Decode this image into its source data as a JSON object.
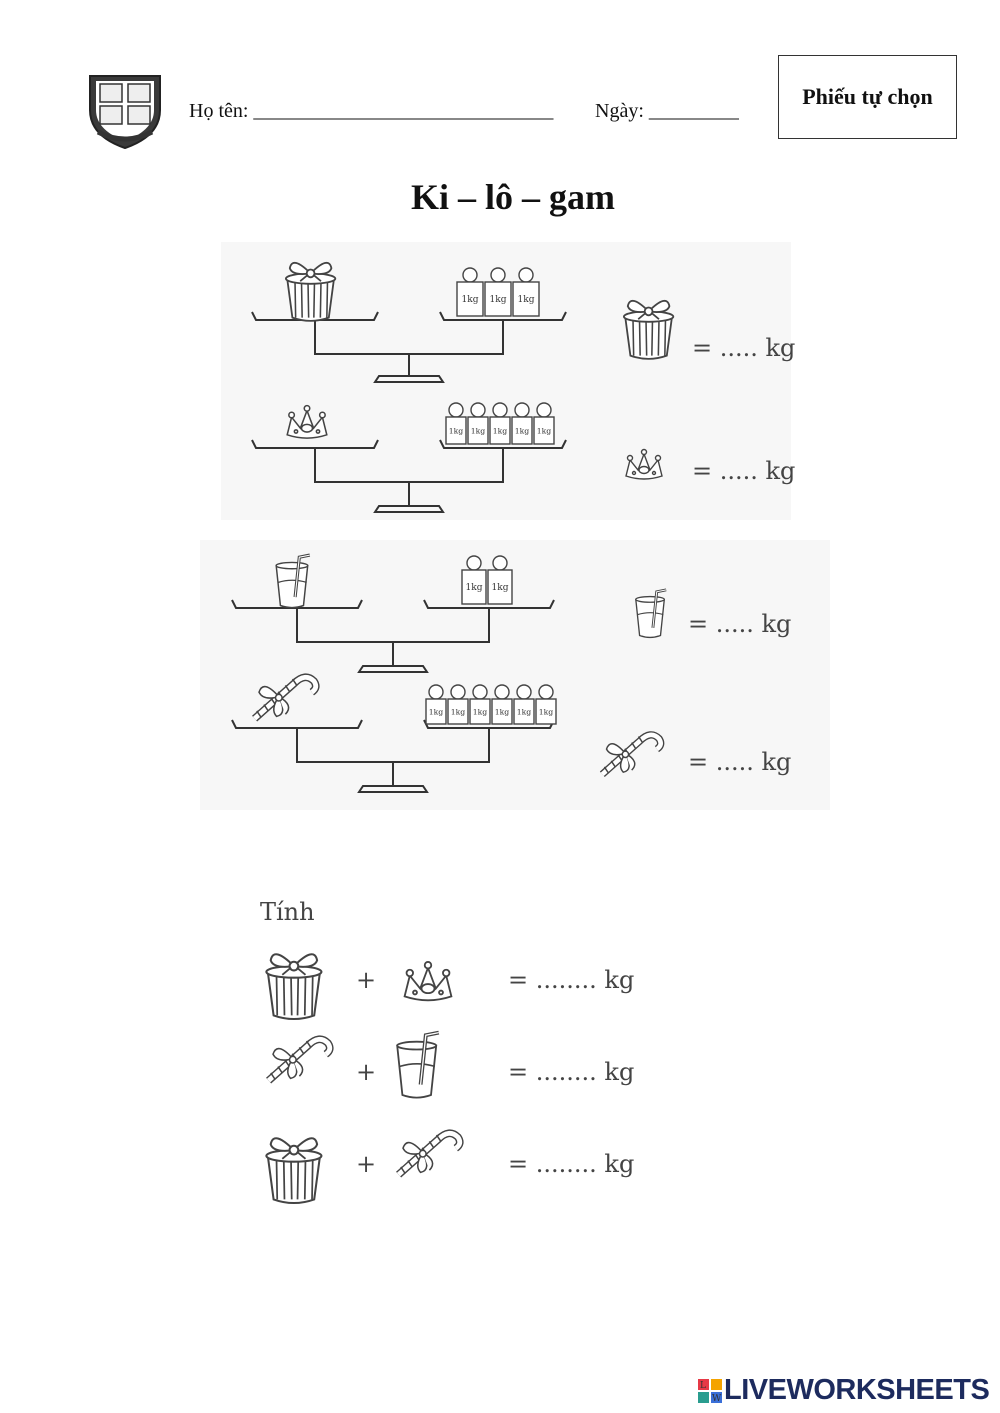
{
  "header": {
    "name_label": "Họ tên: ______________________________",
    "date_label": "Ngày: _________",
    "box_label": "Phiếu tự chọn"
  },
  "title": "Ki – lô – gam",
  "weight_label": "1kg",
  "scales": [
    {
      "object": "gift-box",
      "weights": 3,
      "answer": "= ..... kg"
    },
    {
      "object": "crown",
      "weights": 5,
      "answer": "= ..... kg"
    },
    {
      "object": "glass",
      "weights": 2,
      "answer": "= ..... kg"
    },
    {
      "object": "candy-cane",
      "weights": 6,
      "answer": "= ..... kg"
    }
  ],
  "tinh": {
    "heading": "Tính",
    "plus": "+",
    "rows": [
      {
        "a": "gift-box",
        "b": "crown",
        "answer": "= ........ kg"
      },
      {
        "a": "candy-cane",
        "b": "glass",
        "answer": "= ........ kg"
      },
      {
        "a": "gift-box",
        "b": "candy-cane",
        "answer": "= ........ kg"
      }
    ]
  },
  "footer": {
    "brand": "LIVEWORKSHEETS",
    "logo_letters": [
      "L",
      "W"
    ]
  }
}
